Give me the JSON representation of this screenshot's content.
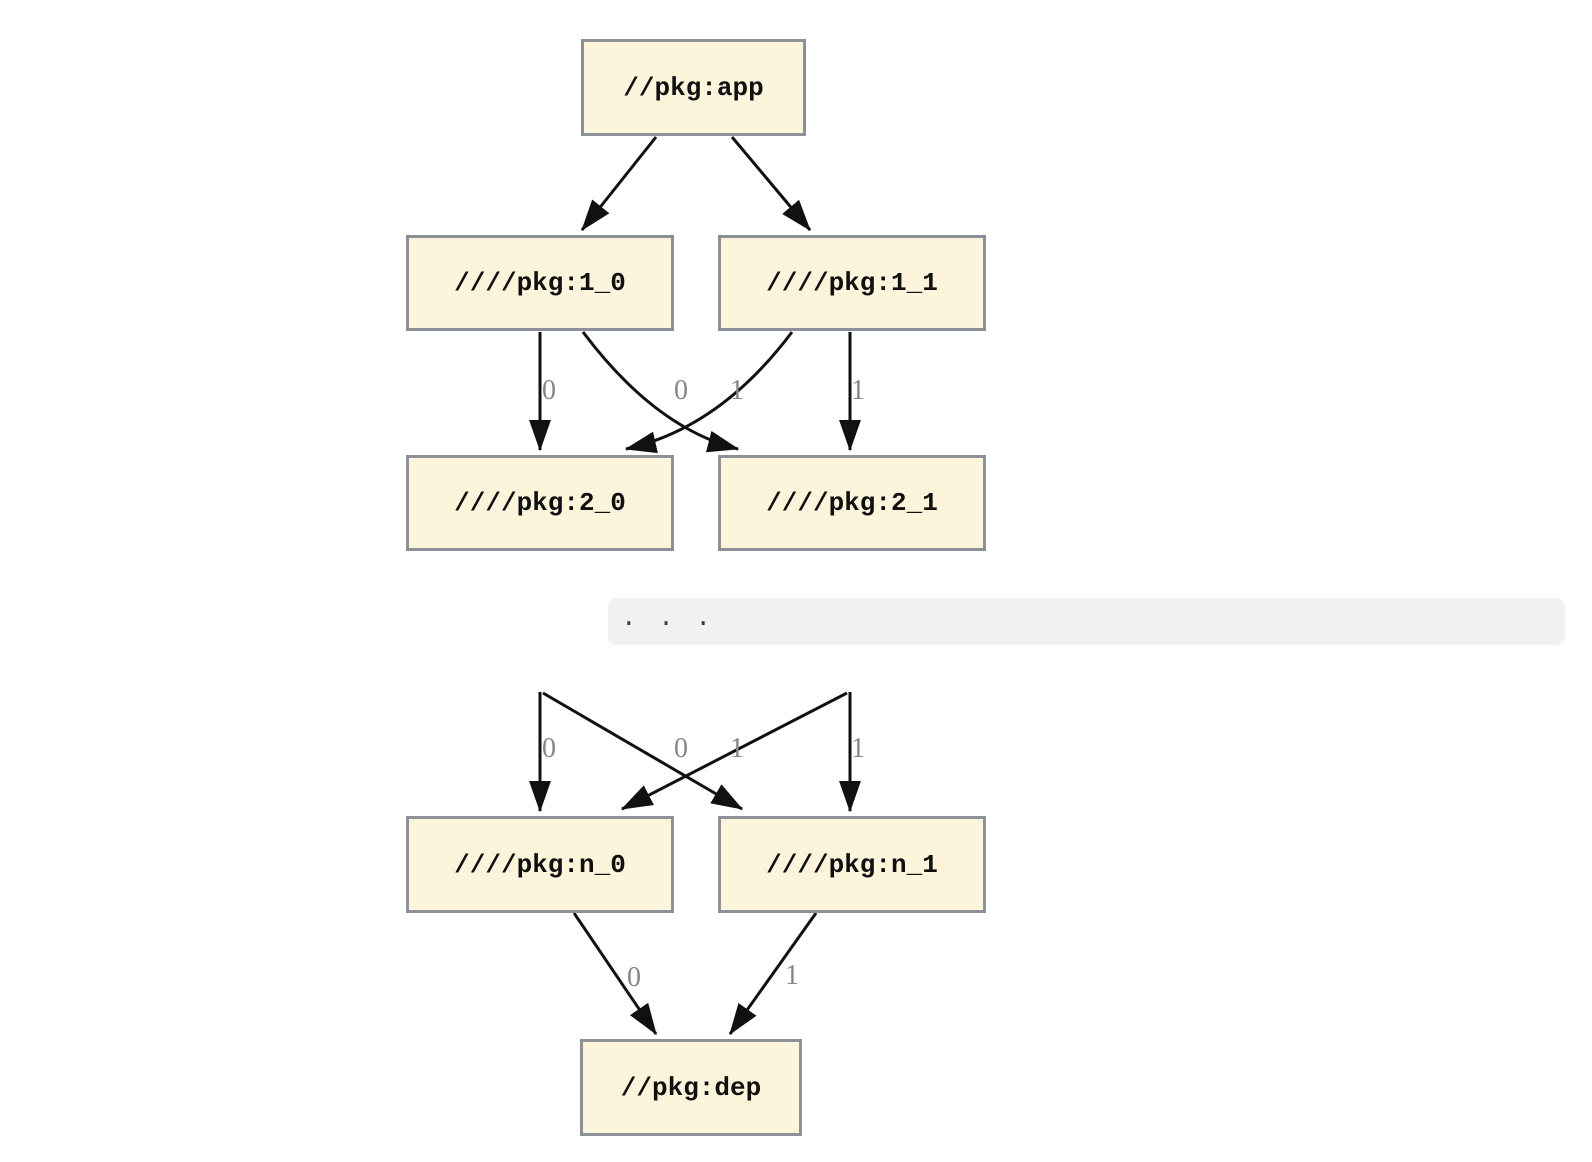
{
  "graph": {
    "nodes": {
      "app": {
        "label": "//pkg:app"
      },
      "l1_0": {
        "label": "////pkg:1_0"
      },
      "l1_1": {
        "label": "////pkg:1_1"
      },
      "l2_0": {
        "label": "////pkg:2_0"
      },
      "l2_1": {
        "label": "////pkg:2_1"
      },
      "ln_0": {
        "label": "////pkg:n_0"
      },
      "ln_1": {
        "label": "////pkg:n_1"
      },
      "dep": {
        "label": "//pkg:dep"
      }
    },
    "ellipsis": ". . .",
    "edge_labels": {
      "l1_0_to_l2_0": "0",
      "l1_1_to_l2_0": "0",
      "l1_0_to_l2_1": "1",
      "l1_1_to_l2_1": "1",
      "prev0_to_ln_0": "0",
      "prev1_to_ln_0": "0",
      "prev0_to_ln_1": "1",
      "prev1_to_ln_1": "1",
      "ln_0_to_dep": "0",
      "ln_1_to_dep": "1"
    },
    "colors": {
      "node_fill": "#fcf5dc",
      "node_border": "#8b9196",
      "edge_stroke": "#111111",
      "edge_label_text": "#868686",
      "ellipsis_band_bg": "#f1f1f1",
      "ellipsis_dots": "#3c3c3c",
      "background": "#ffffff"
    }
  }
}
